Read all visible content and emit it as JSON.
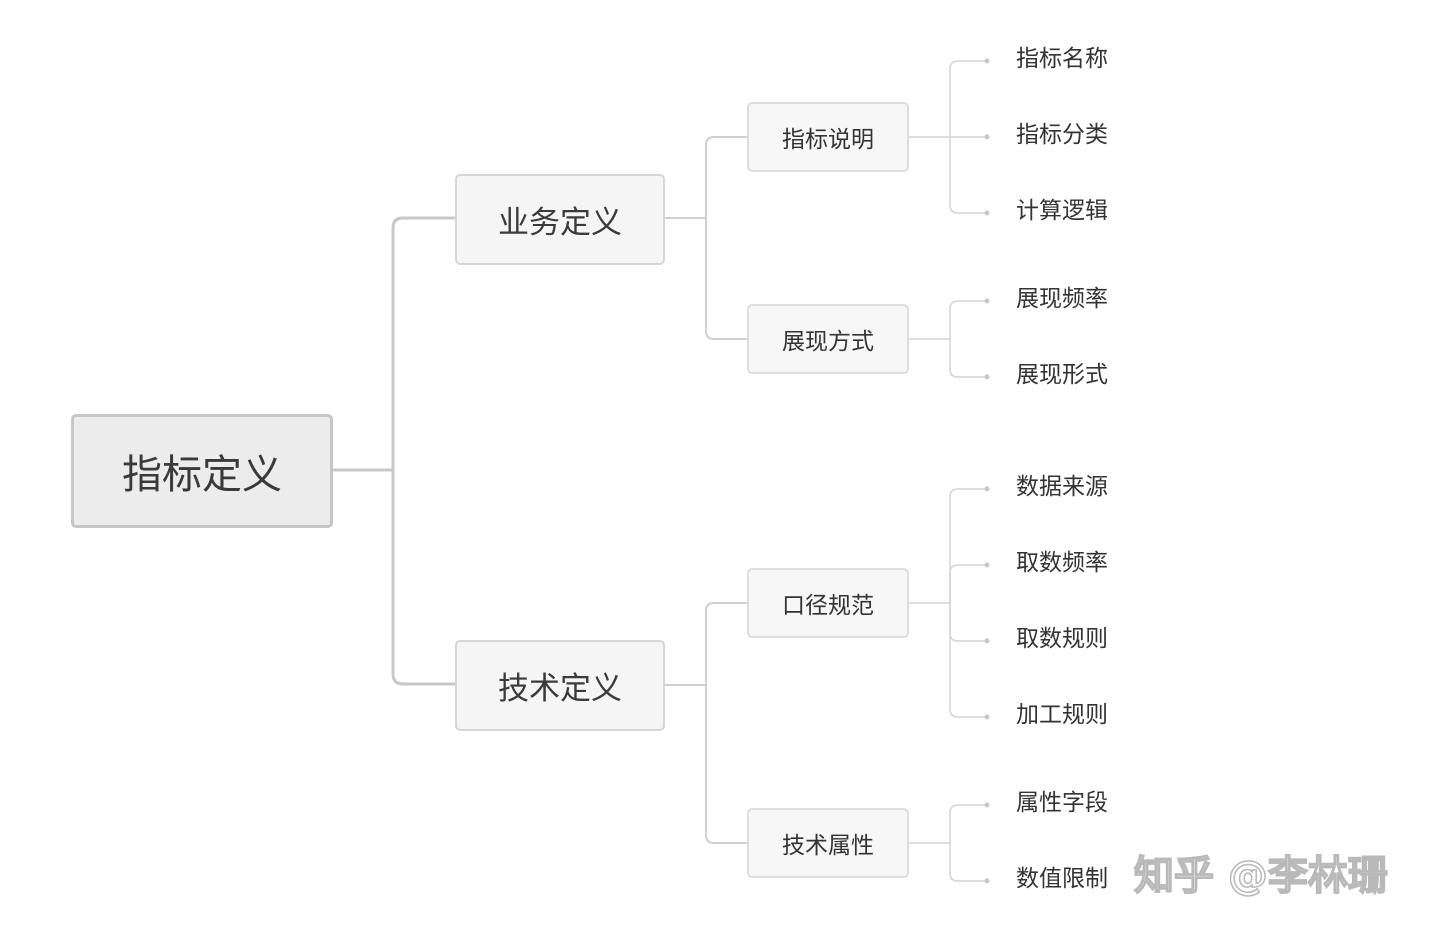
{
  "root": {
    "label": "指标定义"
  },
  "branches": [
    {
      "label": "业务定义",
      "children": [
        {
          "label": "指标说明",
          "leaves": [
            "指标名称",
            "指标分类",
            "计算逻辑"
          ]
        },
        {
          "label": "展现方式",
          "leaves": [
            "展现频率",
            "展现形式"
          ]
        }
      ]
    },
    {
      "label": "技术定义",
      "children": [
        {
          "label": "口径规范",
          "leaves": [
            "数据来源",
            "取数频率",
            "取数规则",
            "加工规则"
          ]
        },
        {
          "label": "技术属性",
          "leaves": [
            "属性字段",
            "数值限制"
          ]
        }
      ]
    }
  ],
  "watermark": "知乎 @李林珊",
  "colors": {
    "root_fill": "#ececec",
    "root_border": "#c6c6c6",
    "node_fill": "#f5f5f5",
    "node_border": "#d6d6d6",
    "connector": "#c8c8c8",
    "leaf_connector": "#d4d4d4"
  }
}
